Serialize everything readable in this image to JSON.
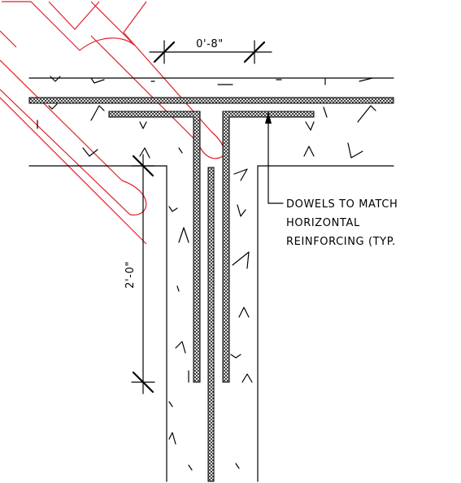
{
  "dimensions": {
    "horizontal": "0'-8\"",
    "vertical": "2'-0\""
  },
  "annotation": {
    "line1": "DOWELS TO MATCH",
    "line2": "HORIZONTAL",
    "line3": "REINFORCING (TYP."
  },
  "colors": {
    "linework": "#000000",
    "markup": "#e0202a",
    "background": "#ffffff"
  }
}
